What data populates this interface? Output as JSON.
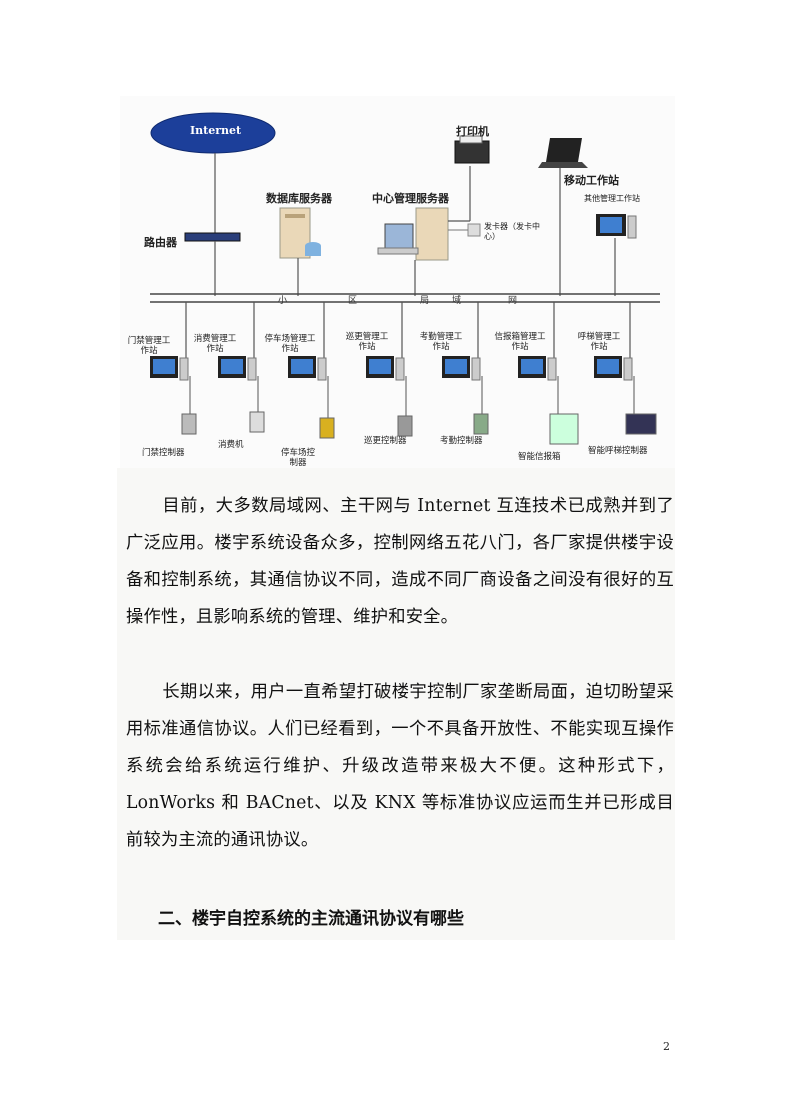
{
  "diagram": {
    "internet": "Internet",
    "router": "路由器",
    "db_server": "数据库服务器",
    "center_server": "中心管理服务器",
    "printer": "打印机",
    "mobile_ws": "移动工作站",
    "other_ws": "其他管理工作站",
    "card_issuer": "发卡器（发卡中心）",
    "lan": [
      "小",
      "区",
      "局",
      "域",
      "网"
    ],
    "stations": [
      {
        "label": "门禁管理工作站",
        "device": "门禁控制器"
      },
      {
        "label": "消费管理工作站",
        "device": "消费机"
      },
      {
        "label": "停车场管理工作站",
        "device": "停车场控制器"
      },
      {
        "label": "巡更管理工作站",
        "device": "巡更控制器"
      },
      {
        "label": "考勤管理工作站",
        "device": "考勤控制器"
      },
      {
        "label": "信报箱管理工作站",
        "device": "智能信报箱"
      },
      {
        "label": "呼梯管理工作站",
        "device": "智能呼梯控制器"
      }
    ]
  },
  "paragraphs": [
    "目前，大多数局域网、主干网与 Internet 互连技术已成熟并到了广泛应用。楼宇系统设备众多，控制网络五花八门，各厂家提供楼宇设备和控制系统，其通信协议不同，造成不同厂商设备之间没有很好的互操作性，且影响系统的管理、维护和安全。",
    "长期以来，用户一直希望打破楼宇控制厂家垄断局面，迫切盼望采用标准通信协议。人们已经看到，一个不具备开放性、不能实现互操作系统会给系统运行维护、升级改造带来极大不便。这种形式下，LonWorks 和 BACnet、以及 KNX 等标准协议应运而生并已形成目前较为主流的通讯协议。"
  ],
  "heading": "二、楼宇自控系统的主流通讯协议有哪些",
  "page_number": "2"
}
